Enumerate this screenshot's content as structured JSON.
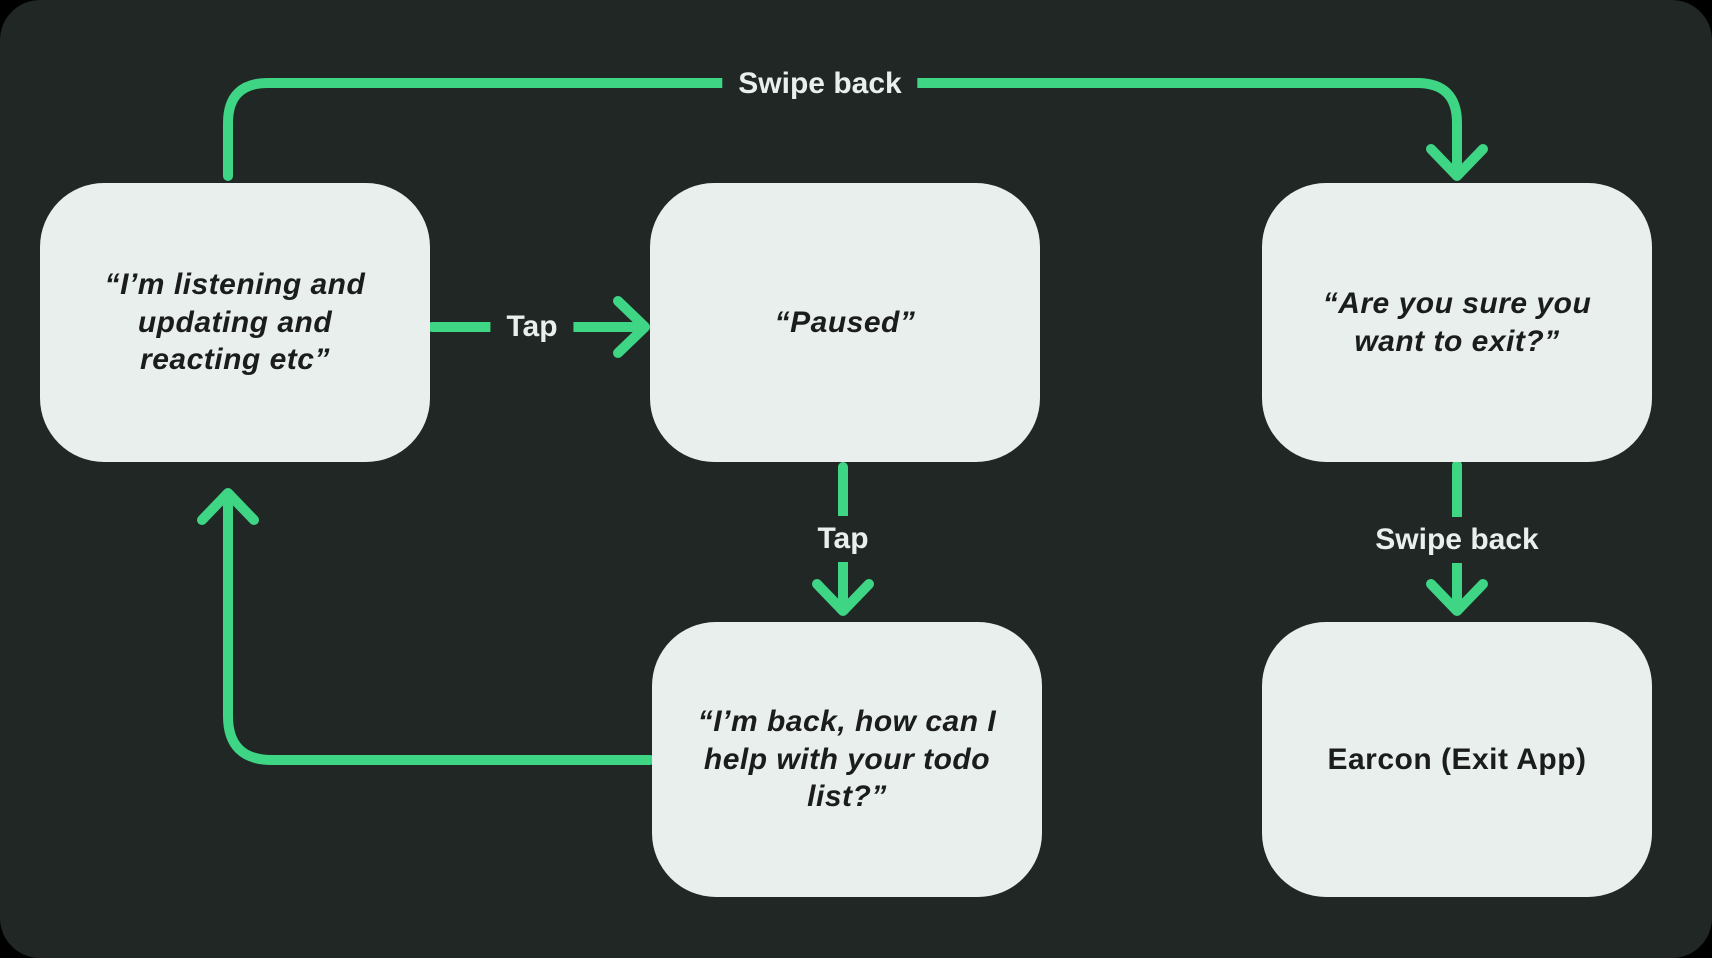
{
  "colors": {
    "background": "#202725",
    "node_fill": "#e8efec",
    "node_text": "#1b1c1c",
    "arrow": "#3ed584",
    "label_text": "#e9efec"
  },
  "nodes": [
    {
      "id": "listening",
      "text": "“I’m listening and updating and reacting etc”"
    },
    {
      "id": "paused",
      "text": "“Paused”"
    },
    {
      "id": "exit-confirm",
      "text": "“Are you sure you want to exit?”"
    },
    {
      "id": "im-back",
      "text": "“I’m back, how can I help with your todo list?”"
    },
    {
      "id": "earcon-exit",
      "text": "Earcon (Exit App)"
    }
  ],
  "edges": {
    "swipe_back_top": "Swipe back",
    "tap_right": "Tap",
    "tap_down": "Tap",
    "swipe_back_down": "Swipe back"
  }
}
